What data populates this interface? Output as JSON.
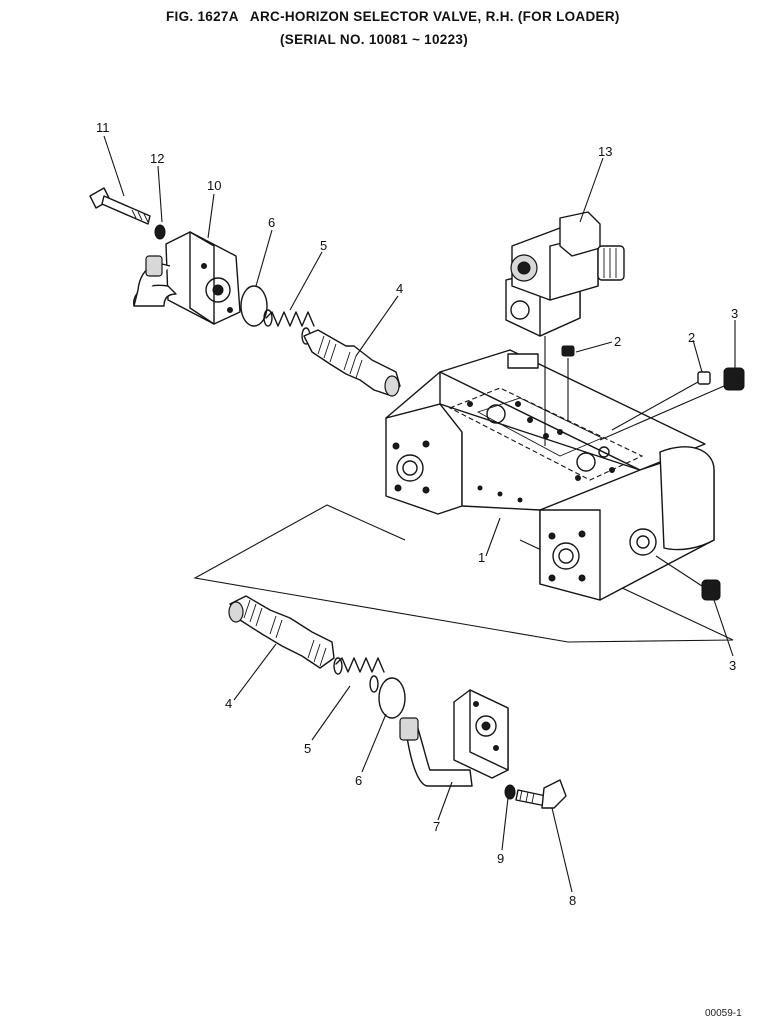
{
  "figure": {
    "title": "FIG. 1627A   ARC-HORIZON SELECTOR VALVE, R.H. (FOR LOADER)",
    "serial": "(SERIAL NO. 10081 ~ 10223)",
    "footer": "00059-1"
  },
  "callouts": {
    "c1": "1",
    "c2a": "2",
    "c2b": "2",
    "c3a": "3",
    "c3b": "3",
    "c4a": "4",
    "c4b": "4",
    "c5a": "5",
    "c5b": "5",
    "c6a": "6",
    "c6b": "6",
    "c7": "7",
    "c8": "8",
    "c9": "9",
    "c10": "10",
    "c11": "11",
    "c12": "12",
    "c13": "13"
  }
}
